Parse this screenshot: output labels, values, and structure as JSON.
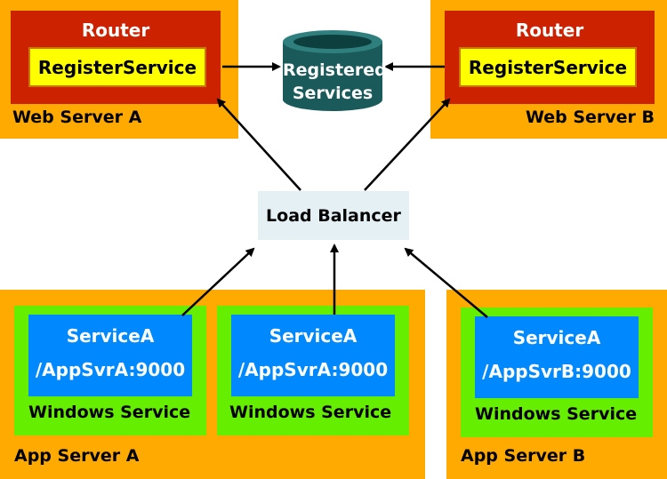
{
  "web_server_a": {
    "router": "Router",
    "register": "RegisterService",
    "label": "Web Server A"
  },
  "web_server_b": {
    "router": "Router",
    "register": "RegisterService",
    "label": "Web Server B"
  },
  "registry": {
    "line1": "Registered",
    "line2": "Services"
  },
  "load_balancer": "Load Balancer",
  "app_server_a": {
    "label": "App Server A",
    "services": [
      {
        "name": "ServiceA",
        "path": "/AppSvrA:9000",
        "label": "Windows Service"
      },
      {
        "name": "ServiceA",
        "path": "/AppSvrA:9000",
        "label": "Windows Service"
      }
    ]
  },
  "app_server_b": {
    "label": "App Server B",
    "services": [
      {
        "name": "ServiceA",
        "path": "/AppSvrB:9000",
        "label": "Windows Service"
      }
    ]
  },
  "colors": {
    "orange": "#ffaa00",
    "red": "#cc2200",
    "yellow": "#ffff00",
    "green": "#66ee00",
    "blue": "#0088ff",
    "teal": "#1a5a5a"
  }
}
